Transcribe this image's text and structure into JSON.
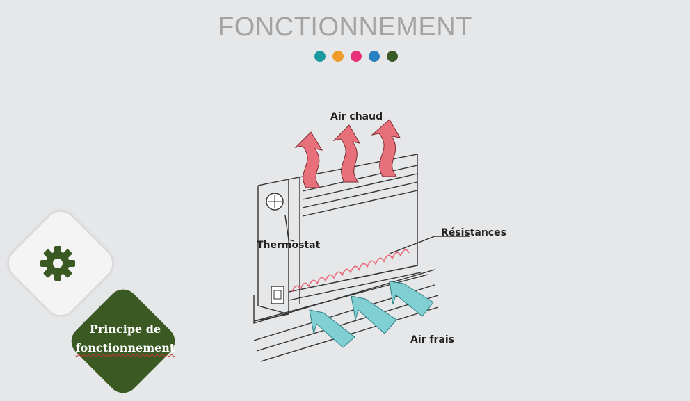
{
  "header": {
    "title": "FONCTIONNEMENT",
    "dots": [
      "#1a9aa0",
      "#f09a2a",
      "#e8317a",
      "#2a7fc0",
      "#3a5a2a"
    ]
  },
  "nav": {
    "icon": "gear-icon",
    "button_line1": "Principe de",
    "button_line2": "fonctionnement"
  },
  "diagram": {
    "labels": {
      "hot_air": "Air chaud",
      "resistances": "Résistances",
      "thermostat": "Thermostat",
      "cool_air": "Air frais"
    },
    "colors": {
      "hot_arrow": "#e8707a",
      "cool_arrow": "#7fcfd3",
      "resistance": "#e86a78",
      "ink": "#333333"
    }
  }
}
